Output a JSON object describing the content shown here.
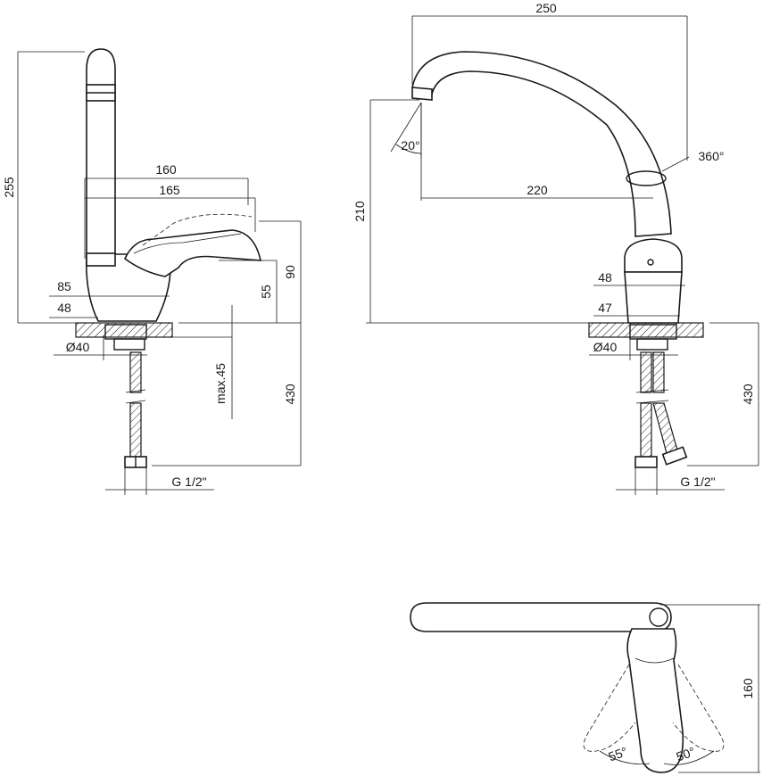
{
  "side_view": {
    "dim_height": "255",
    "dim_reach_short": "160",
    "dim_reach_long": "165",
    "dim_base_upper": "85",
    "dim_base_lower": "48",
    "dim_lever_55": "55",
    "dim_lever_90": "90",
    "dim_hole": "Ø40",
    "dim_max_thickness": "max.45",
    "dim_hose_length": "430",
    "dim_thread": "G 1/2\""
  },
  "front_view": {
    "dim_width": "250",
    "dim_spout_height": "210",
    "dim_spout_reach": "220",
    "dim_angle_spout": "20°",
    "dim_rotation": "360°",
    "dim_base_upper": "48",
    "dim_base_lower": "47",
    "dim_hole": "Ø40",
    "dim_hose_length": "430",
    "dim_thread": "G 1/2\""
  },
  "top_view": {
    "dim_lever_span": "160",
    "dim_angle_left": "55°",
    "dim_angle_right": "50°"
  }
}
